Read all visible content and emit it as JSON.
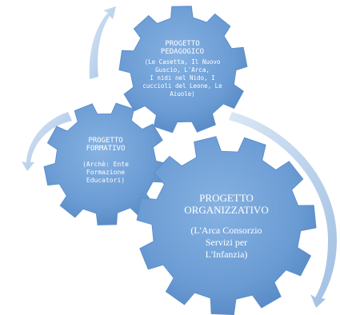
{
  "colors": {
    "gear_fill": "#6a9bd3",
    "gear_edge": "#4f84c0",
    "arrow": "#b8d0ea",
    "text": "#ffffff"
  },
  "gears": {
    "pedagogico": {
      "title_lines": [
        "PROGETTO",
        "PEDAGOGICO"
      ],
      "detail_lines": [
        "(Le Casetta, Il Nuovo",
        "Guscio, L'Arca,",
        "I nidi nel Nido, I",
        "cuccioli del Leone, Le",
        "Aiuole)"
      ]
    },
    "formativo": {
      "title_lines": [
        "PROGETTO",
        "FORMATIVO"
      ],
      "detail_lines": [
        "(Archè: Ente",
        "Formazione",
        "Educatori)"
      ]
    },
    "organizzativo": {
      "title_lines": [
        "PROGETTO",
        "ORGANIZZATIVO"
      ],
      "detail_lines": [
        "(L'Arca Consorzio",
        "Servizi per",
        "L'Infanzia)"
      ]
    }
  }
}
